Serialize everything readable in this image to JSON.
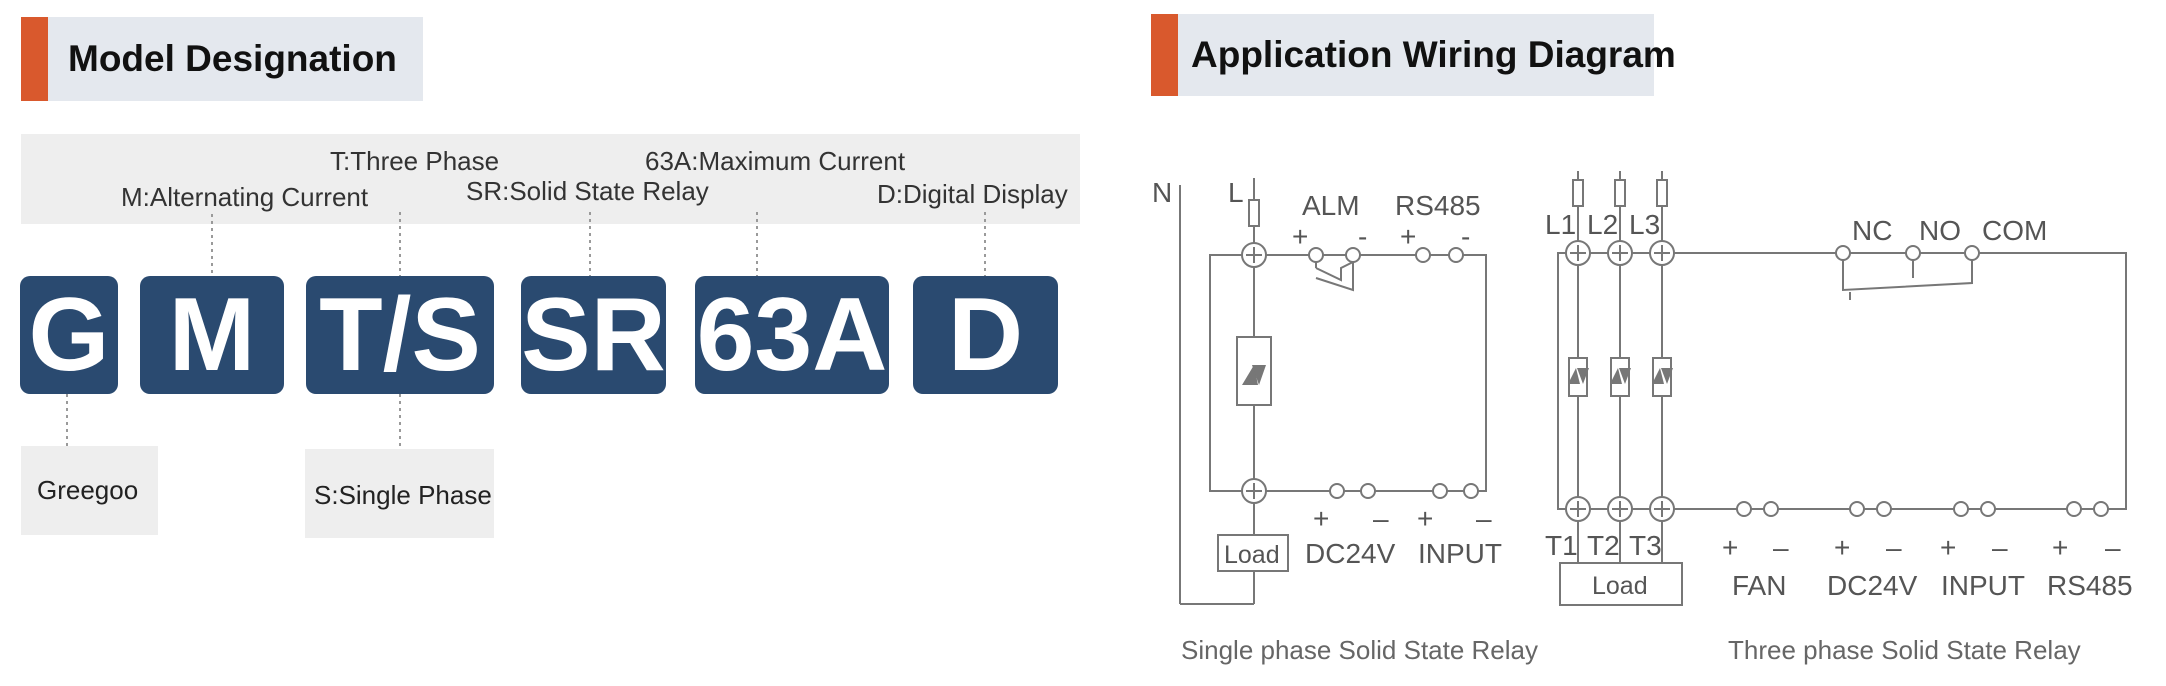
{
  "model": {
    "header": "Model Designation",
    "labels": {
      "three_phase": "T:Three Phase",
      "max_current": "63A:Maximum Current",
      "alternating": "M:Alternating Current",
      "ssr": "SR:Solid State Relay",
      "digital": "D:Digital Display",
      "greegoo": "Greegoo",
      "single_phase": "S:Single Phase"
    },
    "codes": [
      "G",
      "M",
      "T/S",
      "SR",
      "63A",
      "D"
    ]
  },
  "wiring": {
    "header": "Application Wiring Diagram",
    "single": {
      "n": "N",
      "l": "L",
      "alm": "ALM",
      "rs485": "RS485",
      "plus": "+",
      "minus": "-",
      "dash": "–",
      "load": "Load",
      "dc24v": "DC24V",
      "input": "INPUT",
      "caption": "Single phase Solid State Relay"
    },
    "three": {
      "l1": "L1",
      "l2": "L2",
      "l3": "L3",
      "nc": "NC",
      "no": "NO",
      "com": "COM",
      "t1": "T1",
      "t2": "T2",
      "t3": "T3",
      "load": "Load",
      "fan": "FAN",
      "dc24v": "DC24V",
      "input": "INPUT",
      "rs485": "RS485",
      "plus": "+",
      "minus": "–",
      "caption": "Three phase Solid State Relay"
    }
  }
}
